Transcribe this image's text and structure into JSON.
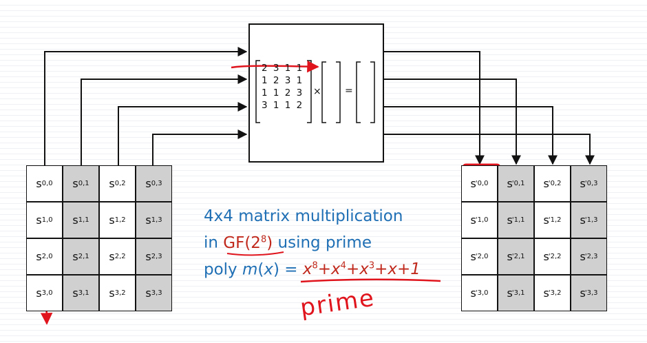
{
  "mix_matrix": {
    "rows": [
      "2 3 1 1",
      "1 2 3 1",
      "1 1 2 3",
      "3 1 1 2"
    ],
    "times_symbol": "×",
    "equals_symbol": "="
  },
  "input_state": {
    "cells": [
      [
        "s",
        "0,0"
      ],
      [
        "s",
        "0,1"
      ],
      [
        "s",
        "0,2"
      ],
      [
        "s",
        "0,3"
      ],
      [
        "s",
        "1,0"
      ],
      [
        "s",
        "1,1"
      ],
      [
        "s",
        "1,2"
      ],
      [
        "s",
        "1,3"
      ],
      [
        "s",
        "2,0"
      ],
      [
        "s",
        "2,1"
      ],
      [
        "s",
        "2,2"
      ],
      [
        "s",
        "2,3"
      ],
      [
        "s",
        "3,0"
      ],
      [
        "s",
        "3,1"
      ],
      [
        "s",
        "3,2"
      ],
      [
        "s",
        "3,3"
      ]
    ]
  },
  "output_state": {
    "prime_mark": "'",
    "cells": [
      [
        "s",
        "0,0"
      ],
      [
        "s",
        "0,1"
      ],
      [
        "s",
        "0,2"
      ],
      [
        "s",
        "0,3"
      ],
      [
        "s",
        "1,0"
      ],
      [
        "s",
        "1,1"
      ],
      [
        "s",
        "1,2"
      ],
      [
        "s",
        "1,3"
      ],
      [
        "s",
        "2,0"
      ],
      [
        "s",
        "2,1"
      ],
      [
        "s",
        "2,2"
      ],
      [
        "s",
        "2,3"
      ],
      [
        "s",
        "3,0"
      ],
      [
        "s",
        "3,1"
      ],
      [
        "s",
        "3,2"
      ],
      [
        "s",
        "3,3"
      ]
    ]
  },
  "caption": {
    "line1": "4x4 matrix multiplication",
    "line2_prefix": "in ",
    "field": "GF(2",
    "field_exp": "8",
    "field_close": ")",
    "line2_suffix": " using prime",
    "line3_prefix": "poly ",
    "m": "m",
    "m_arg_open": "(",
    "m_arg": "x",
    "m_arg_close": ") = ",
    "poly_terms": [
      {
        "base": "x",
        "exp": "8"
      },
      {
        "base": "+x",
        "exp": "4"
      },
      {
        "base": "+x",
        "exp": "3"
      },
      {
        "base": "+x+1",
        "exp": ""
      }
    ]
  },
  "annotation": {
    "handwritten": "prime"
  },
  "colors": {
    "caption_blue": "#1f6fb5",
    "field_red": "#c0281c",
    "ink_red": "#e0141c",
    "gray_cell": "#d0d0d0"
  }
}
